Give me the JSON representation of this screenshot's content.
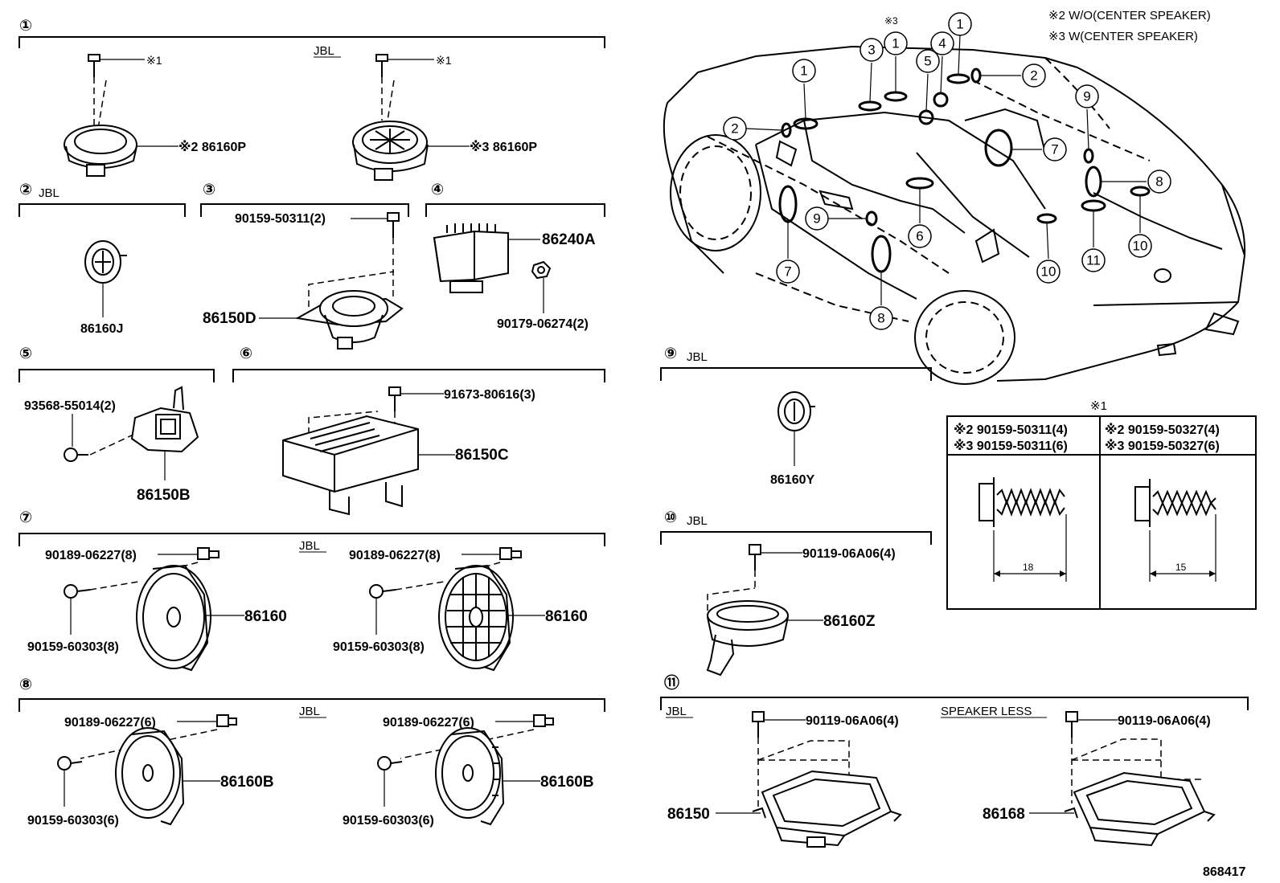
{
  "notes": {
    "note2": "※2  W/O(CENTER SPEAKER)",
    "note3": "※3  W(CENTER SPEAKER)"
  },
  "diagram_id": "868417",
  "sections": {
    "s1": {
      "num": "①",
      "tag": "JBL",
      "mark1": "※1",
      "mark1b": "※1",
      "left_part": "※2 86160P",
      "right_part": "※3 86160P"
    },
    "s2": {
      "num": "②",
      "tag": "JBL",
      "part": "86160J"
    },
    "s3": {
      "num": "③",
      "screw": "90159-50311(2)",
      "part": "86150D"
    },
    "s4": {
      "num": "④",
      "part": "86240A",
      "nut": "90179-06274(2)"
    },
    "s5": {
      "num": "⑤",
      "screw": "93568-55014(2)",
      "part": "86150B"
    },
    "s6": {
      "num": "⑥",
      "screw": "91673-80616(3)",
      "part": "86150C"
    },
    "s7": {
      "num": "⑦",
      "tag": "JBL",
      "left_clip": "90189-06227(8)",
      "left_screw": "90159-60303(8)",
      "left_part": "86160",
      "right_clip": "90189-06227(8)",
      "right_screw": "90159-60303(8)",
      "right_part": "86160"
    },
    "s8": {
      "num": "⑧",
      "tag": "JBL",
      "left_clip": "90189-06227(6)",
      "left_screw": "90159-60303(6)",
      "left_part": "86160B",
      "right_clip": "90189-06227(6)",
      "right_screw": "90159-60303(6)",
      "right_part": "86160B"
    },
    "s9": {
      "num": "⑨",
      "tag": "JBL",
      "part": "86160Y"
    },
    "s10": {
      "num": "⑩",
      "tag": "JBL",
      "bolt": "90119-06A06(4)",
      "part": "86160Z"
    },
    "s11": {
      "num": "⑪",
      "tag_left": "JBL",
      "tag_right": "SPEAKER LESS",
      "left_bolt": "90119-06A06(4)",
      "left_part": "86150",
      "right_bolt": "90119-06A06(4)",
      "right_part": "86168"
    }
  },
  "screw_table": {
    "title": "※1",
    "col1_line1": "※2 90159-50311(4)",
    "col1_line2": "※3 90159-50311(6)",
    "col2_line1": "※2 90159-50327(4)",
    "col2_line2": "※3 90159-50327(6)",
    "col1_dim": "18",
    "col2_dim": "15"
  },
  "car_callouts": {
    "c1a": "1",
    "c1b": "1",
    "c1c": "1",
    "c1mark": "※3",
    "c2a": "2",
    "c2b": "2",
    "c3": "3",
    "c4": "4",
    "c5": "5",
    "c6": "6",
    "c7a": "7",
    "c7b": "7",
    "c8a": "8",
    "c8b": "8",
    "c9a": "9",
    "c9b": "9",
    "c10a": "10",
    "c10b": "10",
    "c11": "11"
  }
}
